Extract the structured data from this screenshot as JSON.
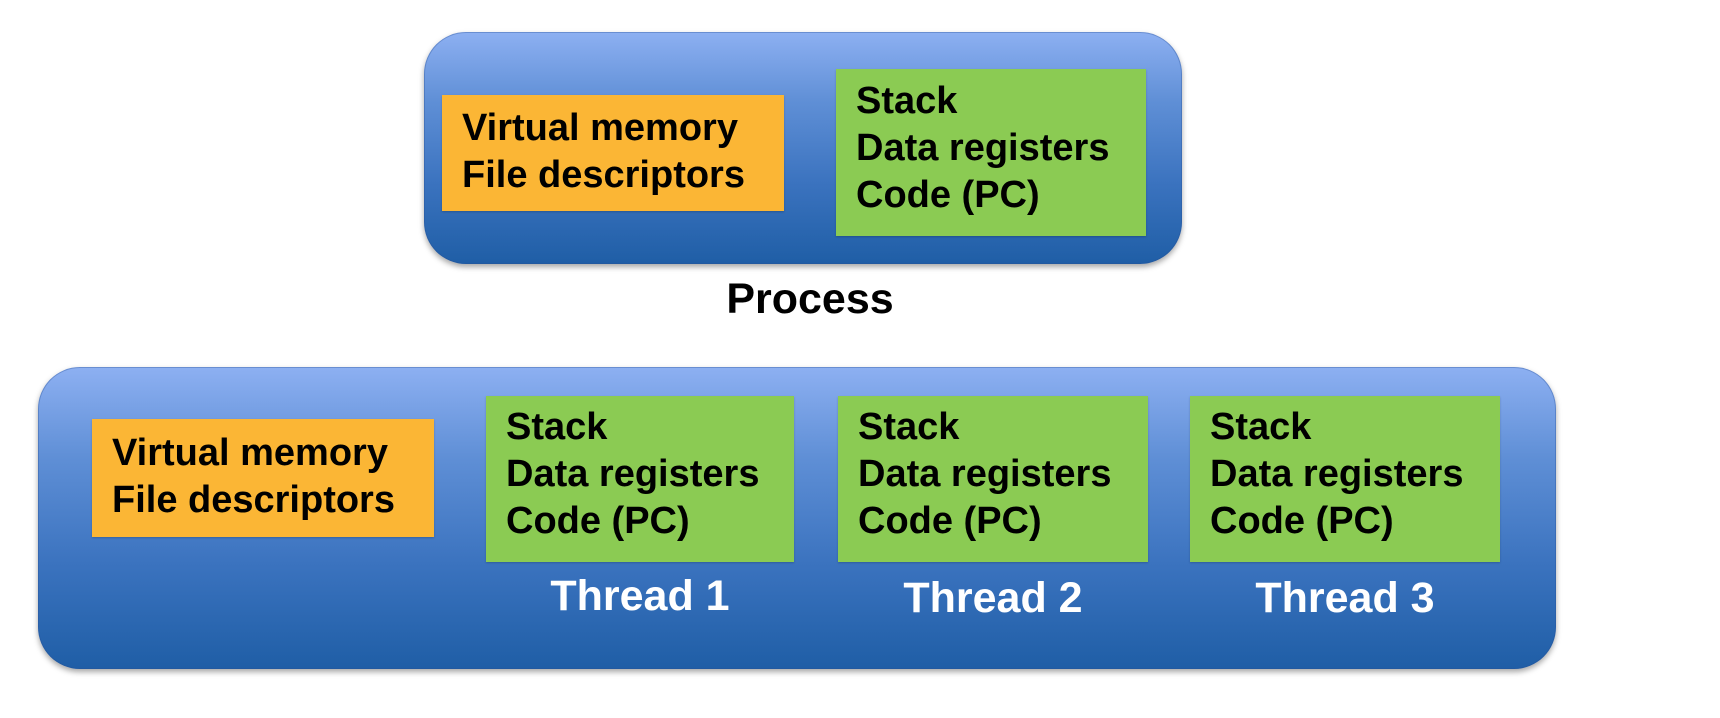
{
  "process": {
    "label": "Process",
    "shared": {
      "line1": "Virtual memory",
      "line2": "File descriptors"
    },
    "context": {
      "line1": "Stack",
      "line2": "Data registers",
      "line3": "Code (PC)"
    }
  },
  "threaded": {
    "shared": {
      "line1": "Virtual memory",
      "line2": "File descriptors"
    },
    "threads": [
      {
        "label": "Thread 1",
        "line1": "Stack",
        "line2": "Data registers",
        "line3": "Code (PC)"
      },
      {
        "label": "Thread 2",
        "line1": "Stack",
        "line2": "Data registers",
        "line3": "Code (PC)"
      },
      {
        "label": "Thread 3",
        "line1": "Stack",
        "line2": "Data registers",
        "line3": "Code (PC)"
      }
    ]
  },
  "colors": {
    "panel": "#3b73bf",
    "shared_box": "#fbb635",
    "context_box": "#8bcb53"
  }
}
